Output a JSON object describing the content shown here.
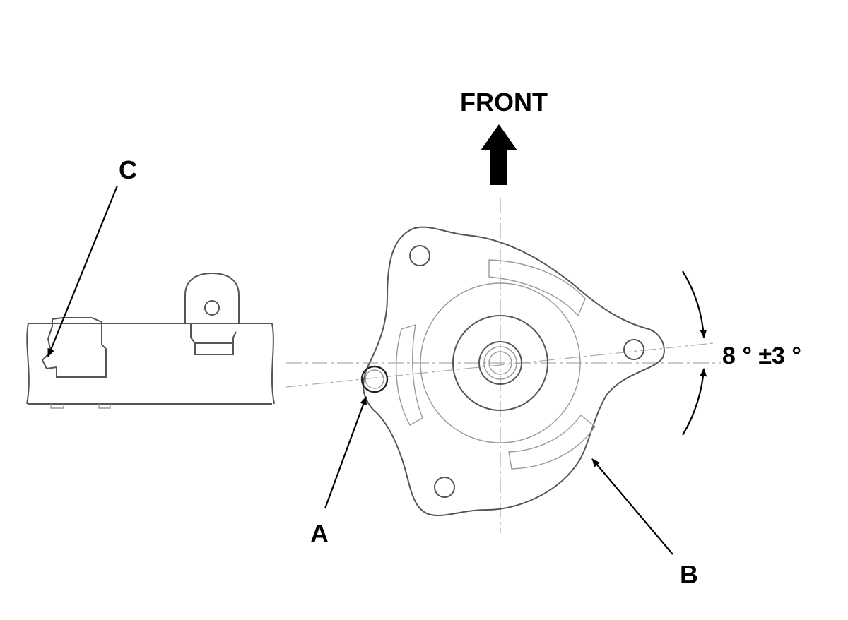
{
  "labels": {
    "front": "FRONT",
    "a": "A",
    "b": "B",
    "c": "C",
    "angle": "8 ° ±3 °"
  },
  "colors": {
    "ink": "#000000",
    "line": "#555555",
    "centerline": "#aaaaaa"
  }
}
